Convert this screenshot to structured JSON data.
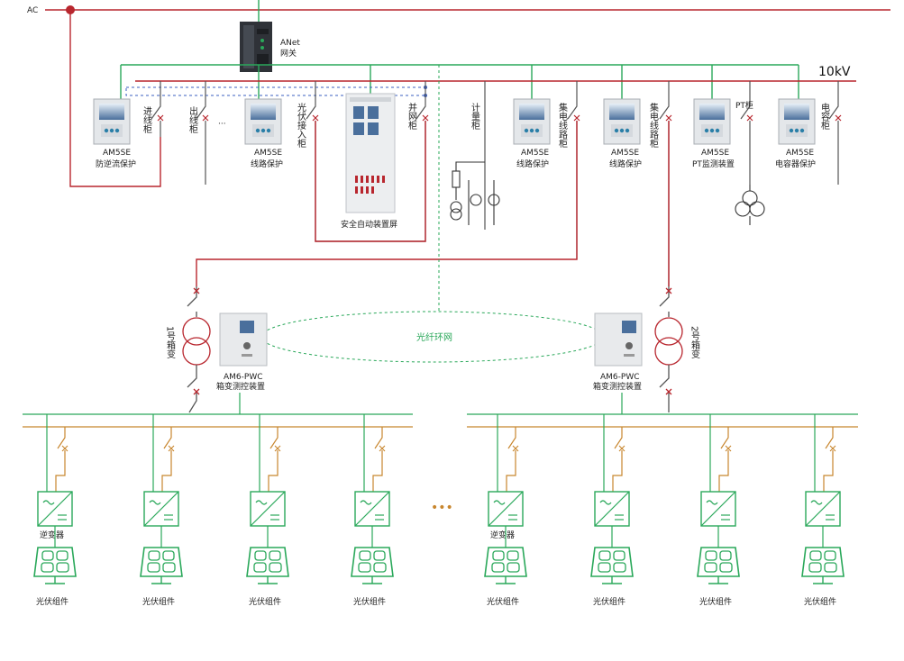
{
  "labels": {
    "ac": "AC",
    "kv": "10kV",
    "gateway_model": "ANet",
    "gateway_name": "网关",
    "fiber_ring": "光纤环网",
    "ellipsis": "···",
    "ellipsis_bottom": "•••"
  },
  "cabinets": {
    "incoming": "进线柜",
    "outgoing": "出线柜",
    "pv_access": "光伏接入柜",
    "grid": "并网柜",
    "metering": "计量柜",
    "collector1": "集电线路柜",
    "collector2": "集电线路柜",
    "pt": "PT柜",
    "capacitor": "电容柜"
  },
  "relays": [
    {
      "model": "AM5SE",
      "func": "防逆流保护"
    },
    {
      "model": "AM5SE",
      "func": "线路保护"
    },
    {
      "model": "AM5SE",
      "func": "线路保护"
    },
    {
      "model": "AM5SE",
      "func": "线路保护"
    },
    {
      "model": "AM5SE",
      "func": "PT监测装置"
    },
    {
      "model": "AM5SE",
      "func": "电容器保护"
    }
  ],
  "safety_screen": "安全自动装置屏",
  "transformers": {
    "t1": "1号箱变",
    "t2": "2号箱变"
  },
  "box_devices": {
    "left": {
      "model": "AM6-PWC",
      "func": "箱变测控装置"
    },
    "right": {
      "model": "AM6-PWC",
      "func": "箱变测控装置"
    }
  },
  "inverter_label": "逆变器",
  "pv_label": "光伏组件",
  "colors": {
    "red": "#b8262e",
    "green": "#2aa85a",
    "orange": "#c8862e",
    "blue": "#3b5fc0",
    "black": "#333333"
  }
}
